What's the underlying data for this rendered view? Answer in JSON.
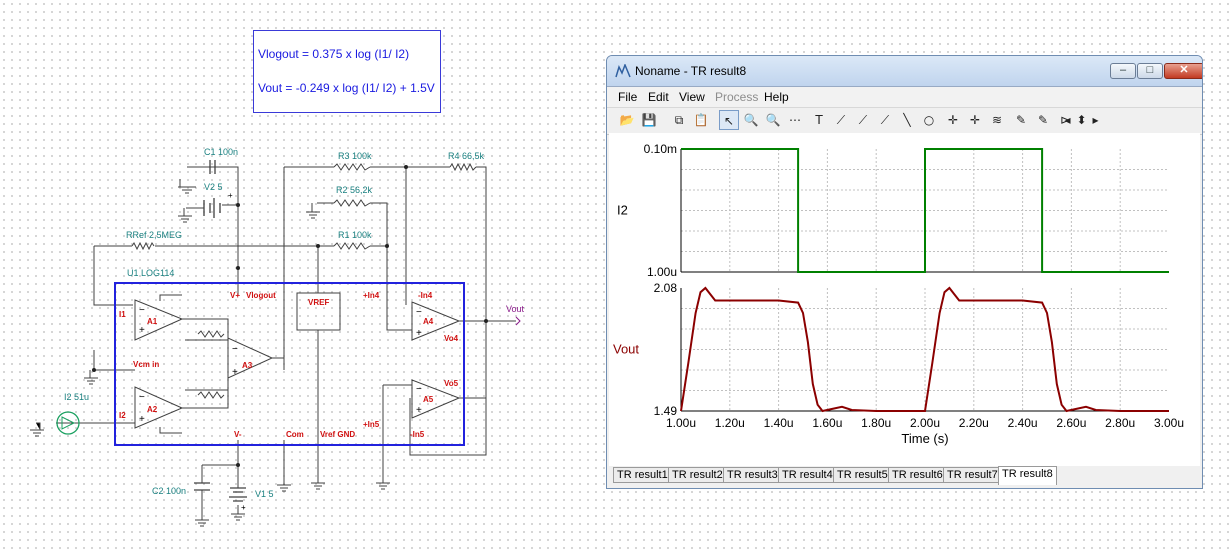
{
  "schematic": {
    "equations": [
      "Vlogout = 0.375 x log (I1/ I2)",
      "Vout = -0.249 x log (I1/ I2) + 1.5V"
    ],
    "components": {
      "c1": "C1 100n",
      "v2": "V2 5",
      "rref": "RRef 2,5MEG",
      "r3": "R3 100k",
      "r2": "R2 56,2k",
      "r1": "R1 100k",
      "r4": "R4 66,5k",
      "u1": "U1 LOG114",
      "i2src": "I2 51u",
      "c2": "C2 100n",
      "v1": "V1 5",
      "vout": "Vout"
    },
    "pins": {
      "i1": "I1",
      "i2": "I2",
      "vcm": "Vcm in",
      "vplus": "V+",
      "vlogout": "Vlogout",
      "vref": "VREF",
      "in4p": "+In4",
      "in4m": "-In4",
      "vo4": "Vo4",
      "vo5": "Vo5",
      "in5p": "+In5",
      "in5m": "-In5",
      "vminus": "V-",
      "com": "Com",
      "vrefgnd": "Vref GND",
      "a1": "A1",
      "a2": "A2",
      "a3": "A3",
      "a4": "A4",
      "a5": "A5"
    }
  },
  "window": {
    "title": "Noname - TR result8",
    "minimize_glyph": "‒",
    "maximize_glyph": "□",
    "close_glyph": "✕",
    "menu": [
      {
        "label": "File",
        "enabled": true
      },
      {
        "label": "Edit",
        "enabled": true
      },
      {
        "label": "View",
        "enabled": true
      },
      {
        "label": "Process",
        "enabled": false
      },
      {
        "label": "Help",
        "enabled": true
      }
    ],
    "toolbar": [
      {
        "name": "open-icon",
        "glyph": "📂"
      },
      {
        "name": "save-icon",
        "glyph": "💾"
      },
      {
        "name": "copy-icon",
        "glyph": "⧉"
      },
      {
        "name": "paste-icon",
        "glyph": "📋"
      },
      {
        "name": "pointer-icon",
        "glyph": "↖"
      },
      {
        "name": "zoom-in-icon",
        "glyph": "🔍"
      },
      {
        "name": "zoom-100-icon",
        "glyph": "🔍"
      },
      {
        "name": "grid-icon",
        "glyph": "⋯"
      },
      {
        "name": "text-icon",
        "glyph": "T"
      },
      {
        "name": "cursor-a-icon",
        "glyph": "⟋"
      },
      {
        "name": "cursor-b-icon",
        "glyph": "⟋"
      },
      {
        "name": "cursor-tool-icon",
        "glyph": "⟋"
      },
      {
        "name": "line-icon",
        "glyph": "╲"
      },
      {
        "name": "circle-icon",
        "glyph": "○"
      },
      {
        "name": "marker-a-icon",
        "glyph": "✛"
      },
      {
        "name": "marker-b-icon",
        "glyph": "✛"
      },
      {
        "name": "waves-icon",
        "glyph": "≋"
      },
      {
        "name": "pen-plus-icon",
        "glyph": "✎"
      },
      {
        "name": "probe-icon",
        "glyph": "✎"
      },
      {
        "name": "flag-icon",
        "glyph": "⊳"
      },
      {
        "name": "scroll-left-icon",
        "glyph": "◂"
      },
      {
        "name": "scroll-updown-icon",
        "glyph": "⬍"
      },
      {
        "name": "scroll-right-icon",
        "glyph": "▸"
      }
    ],
    "tabs": [
      "TR result1",
      "TR result2",
      "TR result3",
      "TR result4",
      "TR result5",
      "TR result6",
      "TR result7",
      "TR result8"
    ],
    "active_tab": 7
  },
  "chart_data": [
    {
      "type": "line",
      "ylabel": "I2",
      "y_tick_labels": [
        "0.10m",
        "1.00u"
      ],
      "y_scale": "log",
      "ylim": [
        1e-06,
        0.0001
      ],
      "xlim": [
        1e-06,
        3e-06
      ],
      "color": "#008000",
      "grid": true,
      "series": [
        {
          "x": [
            1.0,
            1.48,
            1.48,
            2.0,
            2.0,
            2.48,
            2.48,
            3.0
          ],
          "y": [
            0.0001,
            0.0001,
            1e-06,
            1e-06,
            0.0001,
            0.0001,
            1e-06,
            1e-06
          ]
        }
      ]
    },
    {
      "type": "line",
      "ylabel": "Vout",
      "xlabel": "Time (s)",
      "y_tick_labels": [
        "2.08",
        "1.49"
      ],
      "x_tick_labels": [
        "1.00u",
        "1.20u",
        "1.40u",
        "1.60u",
        "1.80u",
        "2.00u",
        "2.20u",
        "2.40u",
        "2.60u",
        "2.80u",
        "3.00u"
      ],
      "ylim": [
        1.49,
        2.08
      ],
      "xlim": [
        1e-06,
        3e-06
      ],
      "color": "#8b0000",
      "grid": true,
      "series": [
        {
          "x": [
            1.0,
            1.03,
            1.06,
            1.08,
            1.1,
            1.12,
            1.14,
            1.2,
            1.4,
            1.48,
            1.5,
            1.52,
            1.54,
            1.56,
            1.58,
            1.62,
            1.66,
            1.7,
            1.8,
            2.0,
            2.03,
            2.06,
            2.08,
            2.1,
            2.12,
            2.14,
            2.2,
            2.4,
            2.48,
            2.5,
            2.52,
            2.54,
            2.56,
            2.58,
            2.62,
            2.66,
            2.7,
            2.8,
            3.0
          ],
          "y": [
            1.49,
            1.72,
            1.96,
            2.06,
            2.08,
            2.05,
            2.02,
            2.02,
            2.02,
            2.01,
            1.96,
            1.82,
            1.62,
            1.52,
            1.49,
            1.5,
            1.51,
            1.495,
            1.49,
            1.49,
            1.72,
            1.96,
            2.06,
            2.08,
            2.05,
            2.02,
            2.02,
            2.02,
            2.01,
            1.96,
            1.82,
            1.62,
            1.52,
            1.49,
            1.5,
            1.51,
            1.495,
            1.49,
            1.49
          ]
        }
      ]
    }
  ]
}
